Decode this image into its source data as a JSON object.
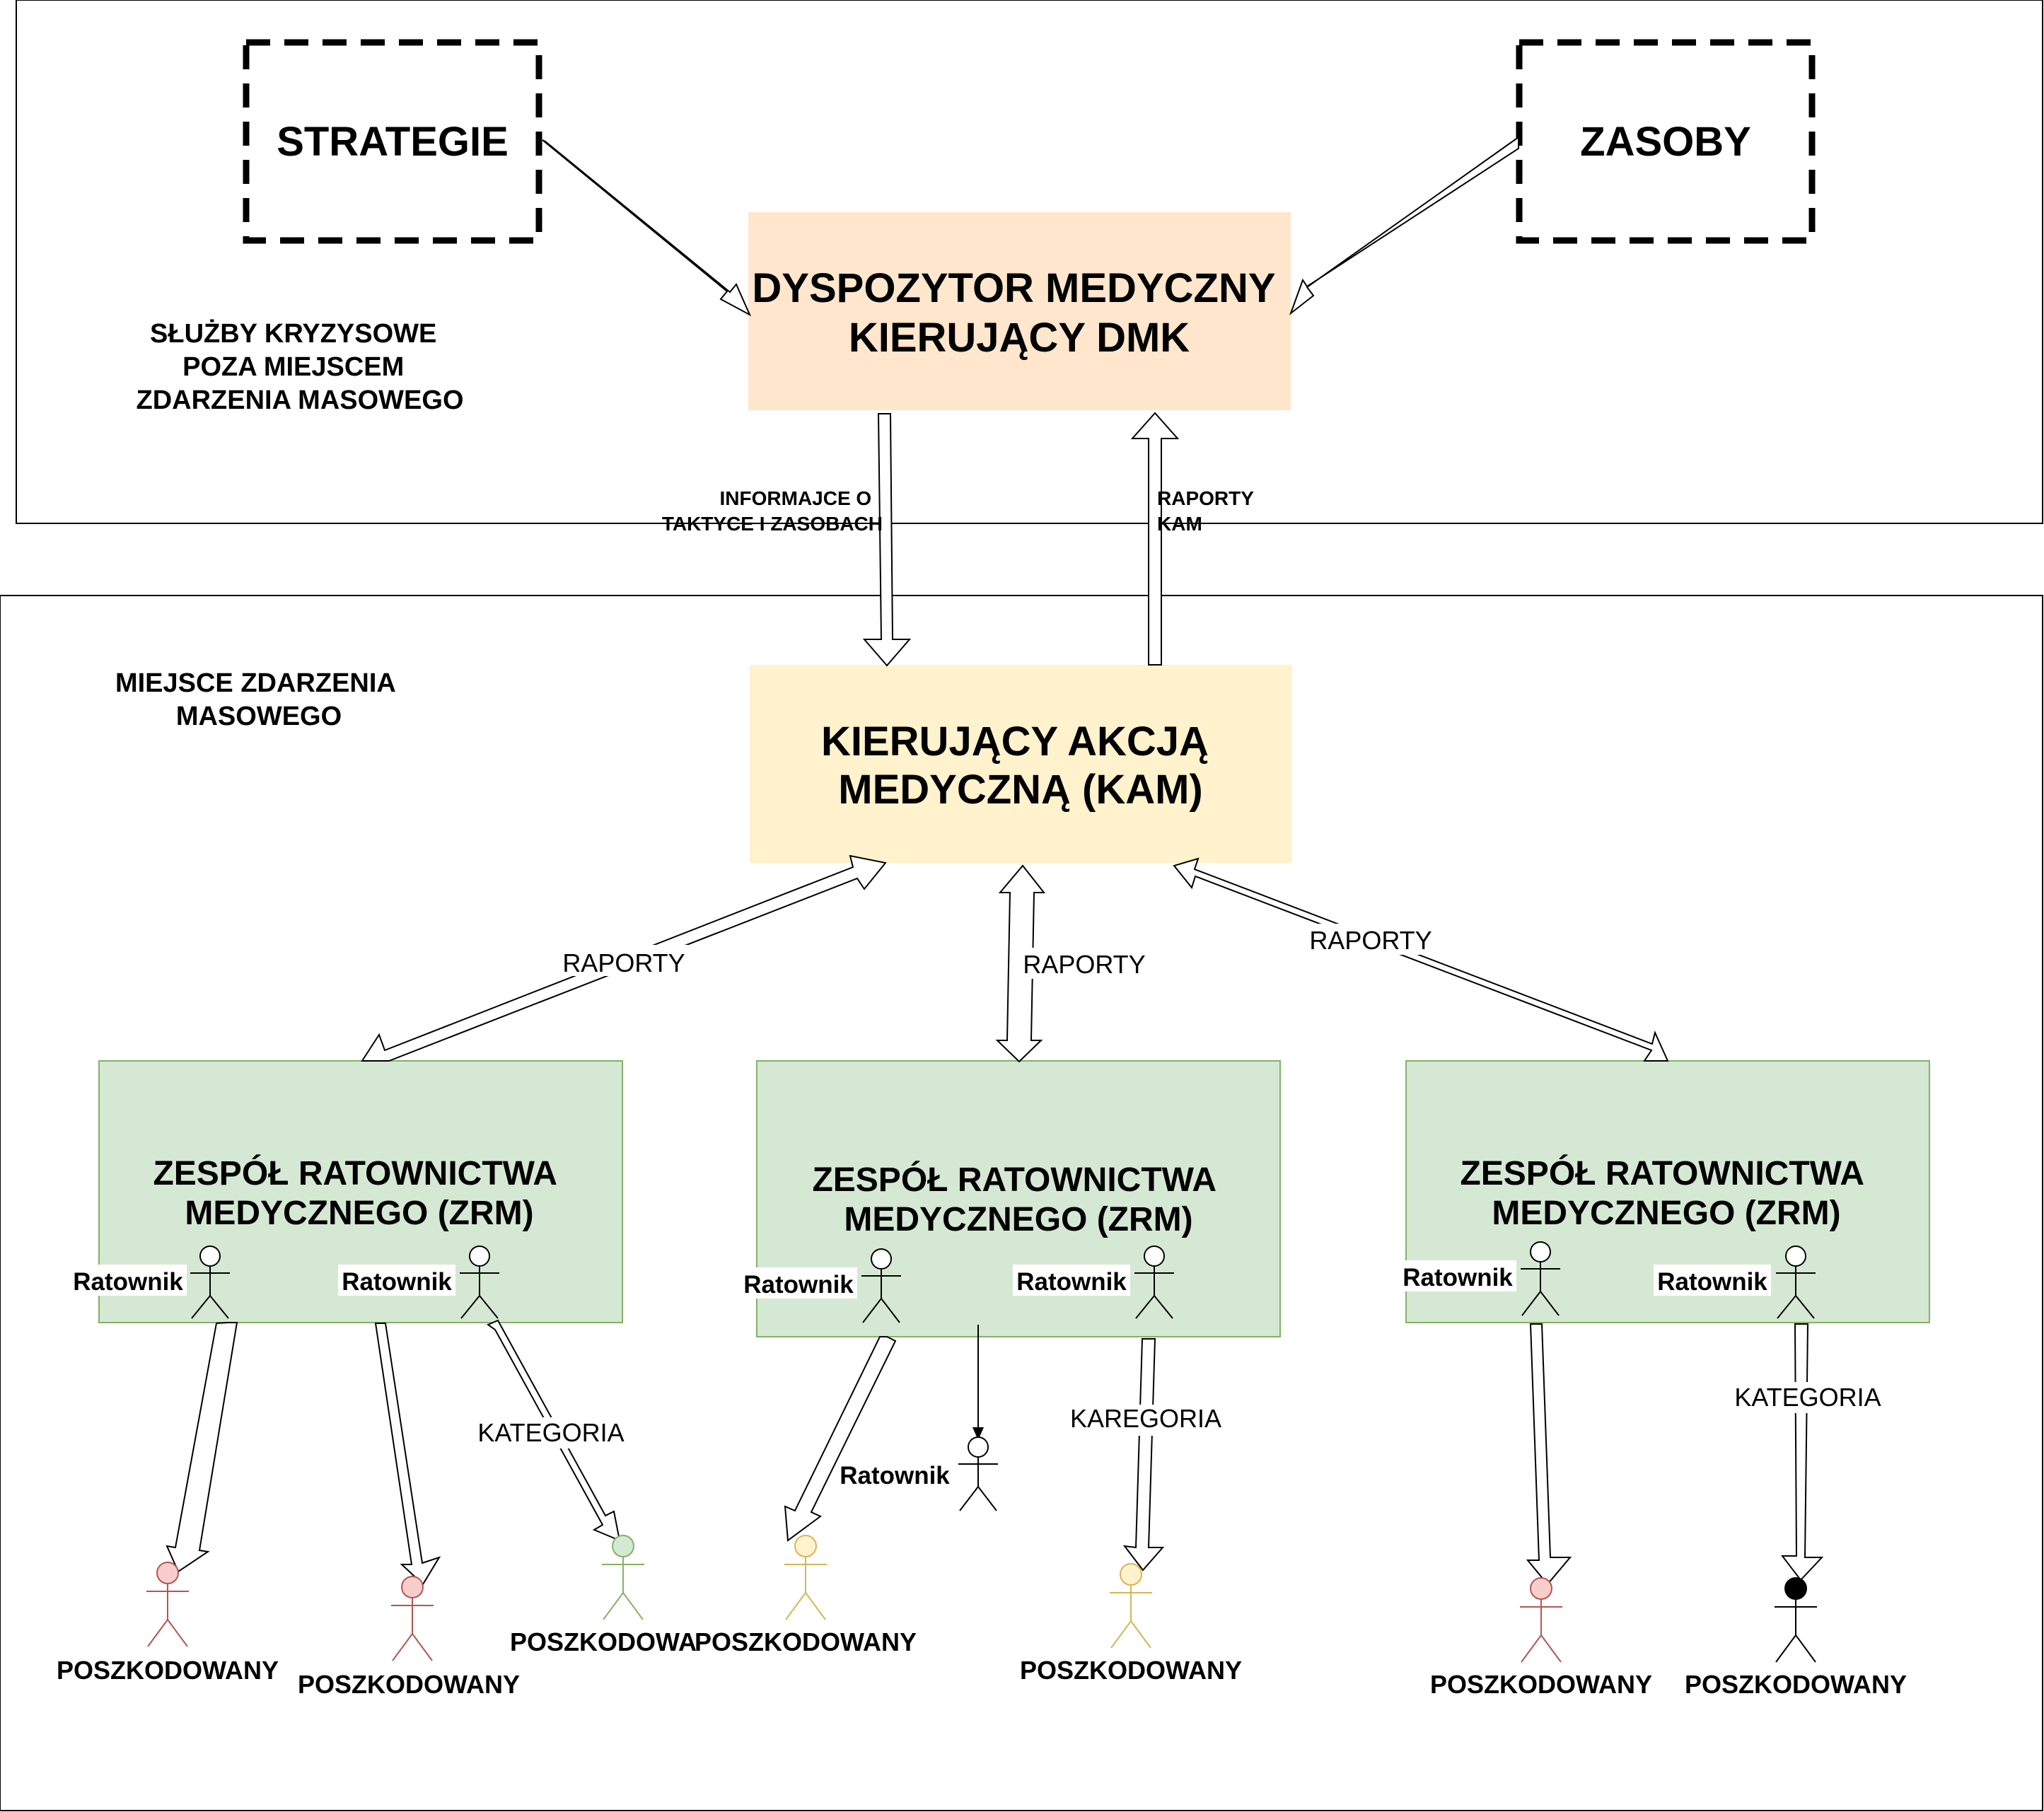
{
  "outer": {
    "label": [
      "SŁUŻBY KRYZYSOWE",
      "POZA MIEJSCEM",
      "ZDARZENIA MASOWEGO"
    ]
  },
  "inner": {
    "label": [
      "MIEJSCE ZDARZENIA",
      "MASOWEGO"
    ]
  },
  "strategie": {
    "label": "STRATEGIE"
  },
  "zasoby": {
    "label": "ZASOBY"
  },
  "dmk": {
    "label": [
      "DYSPOZYTOR MEDYCZNY",
      "KIERUJĄCY DMK"
    ],
    "fill": "#ffe6cc"
  },
  "kam": {
    "label": [
      "KIERUJĄCY AKCJĄ",
      "MEDYCZNĄ (KAM)"
    ],
    "fill": "#fff2cc"
  },
  "info_label": [
    "INFORMAJCE O",
    "TAKTYCE I ZASOBACH"
  ],
  "raporty_kam_label": [
    "RAPORTY",
    "KAM"
  ],
  "raporty": [
    "RAPORTY",
    "RAPORTY",
    "RAPORTY"
  ],
  "zrm": [
    {
      "label": [
        "ZESPÓŁ RATOWNICTWA",
        "MEDYCZNEGO (ZRM)"
      ],
      "r1": "Ratownik",
      "r2": "Ratownik"
    },
    {
      "label": [
        "ZESPÓŁ RATOWNICTWA",
        "MEDYCZNEGO (ZRM)"
      ],
      "r1": "Ratownik",
      "r2": "Ratownik"
    },
    {
      "label": [
        "ZESPÓŁ RATOWNICTWA",
        "MEDYCZNEGO (ZRM)"
      ],
      "r1": "Ratownik",
      "r2": "Ratownik"
    }
  ],
  "zrm_fill": "#d5e8d4",
  "extra_ratownik": "Ratownik",
  "kategoria": [
    "KATEGORIA",
    "KAREGORIA",
    "KATEGORIA"
  ],
  "victims": [
    "POSZKODOWANY",
    "POSZKODOWANY",
    "POSZKODOWANY",
    "POSZKODOWANY",
    "POSZKODOWANY",
    "POSZKODOWANY",
    "POSZKODOWANY"
  ],
  "colors": {
    "red": "#f8cecc",
    "red_stroke": "#b85450",
    "green": "#d5e8d4",
    "green_stroke": "#82b366",
    "yellow": "#fff2cc",
    "yellow_stroke": "#d6b656",
    "black": "#000000"
  }
}
